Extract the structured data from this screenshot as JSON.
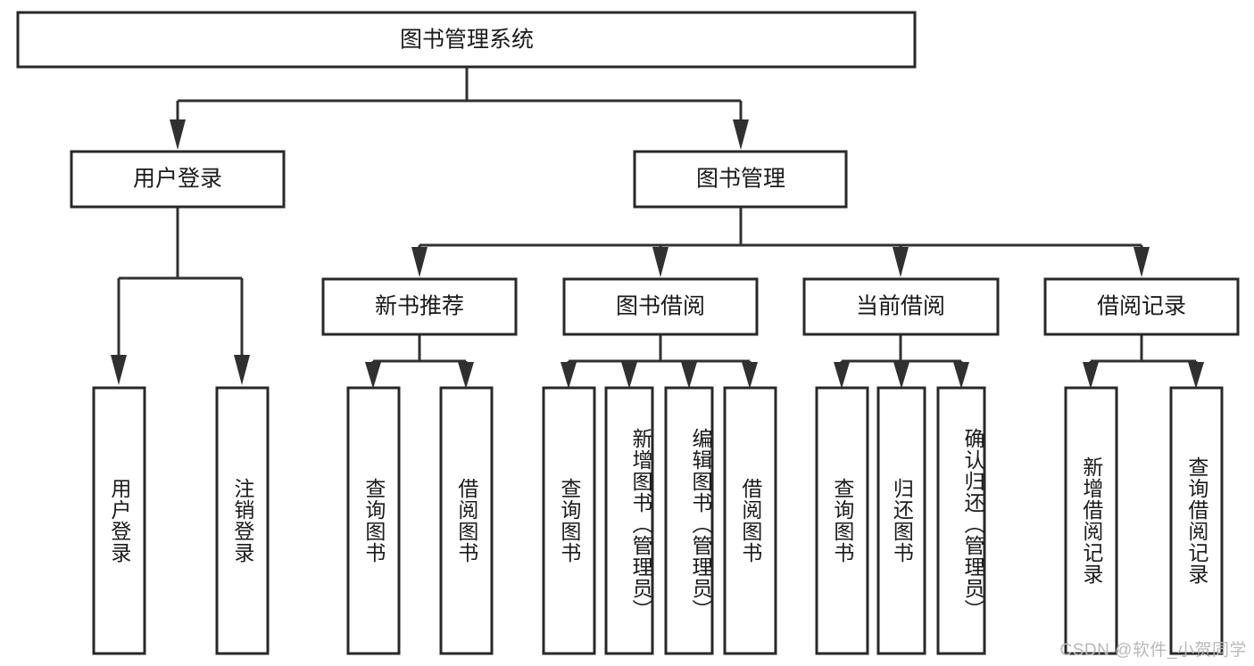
{
  "diagram": {
    "type": "tree-hierarchy",
    "title": "图书管理系统",
    "watermark": "CSDN @软件_小贺同学",
    "colors": {
      "box_stroke": "#282828",
      "connector": "#303030",
      "box_fill": "#ffffff",
      "text": "#1a1a1a",
      "watermark": "#b9b9b9",
      "background": "#ffffff"
    },
    "levels": {
      "level1": {
        "label": "图书管理系统"
      },
      "level2": [
        {
          "id": "user-login",
          "label": "用户登录"
        },
        {
          "id": "book-management",
          "label": "图书管理"
        }
      ],
      "level3": [
        {
          "id": "new-book-recommend",
          "label": "新书推荐"
        },
        {
          "id": "book-borrow",
          "label": "图书借阅"
        },
        {
          "id": "current-borrow",
          "label": "当前借阅"
        },
        {
          "id": "borrow-record",
          "label": "借阅记录"
        }
      ],
      "level4": [
        {
          "id": "leaf-user-login",
          "label": "用户登录",
          "parent": "user-login"
        },
        {
          "id": "leaf-user-logout",
          "label": "注销登录",
          "parent": "user-login"
        },
        {
          "id": "leaf-query-book-1",
          "label": "查询图书",
          "parent": "new-book-recommend"
        },
        {
          "id": "leaf-borrow-book-1",
          "label": "借阅图书",
          "parent": "new-book-recommend"
        },
        {
          "id": "leaf-query-book-2",
          "label": "查询图书",
          "parent": "book-borrow"
        },
        {
          "id": "leaf-add-book",
          "label": "新增图书（管理员）",
          "parent": "book-borrow"
        },
        {
          "id": "leaf-edit-book",
          "label": "编辑图书（管理员）",
          "parent": "book-borrow"
        },
        {
          "id": "leaf-borrow-book-2",
          "label": "借阅图书",
          "parent": "book-borrow"
        },
        {
          "id": "leaf-query-book-3",
          "label": "查询图书",
          "parent": "current-borrow"
        },
        {
          "id": "leaf-return-book",
          "label": "归还图书",
          "parent": "current-borrow"
        },
        {
          "id": "leaf-confirm-return",
          "label": "确认归还（管理员）",
          "parent": "current-borrow"
        },
        {
          "id": "leaf-add-record",
          "label": "新增借阅记录",
          "parent": "borrow-record"
        },
        {
          "id": "leaf-query-record",
          "label": "查询借阅记录",
          "parent": "borrow-record"
        }
      ]
    }
  }
}
